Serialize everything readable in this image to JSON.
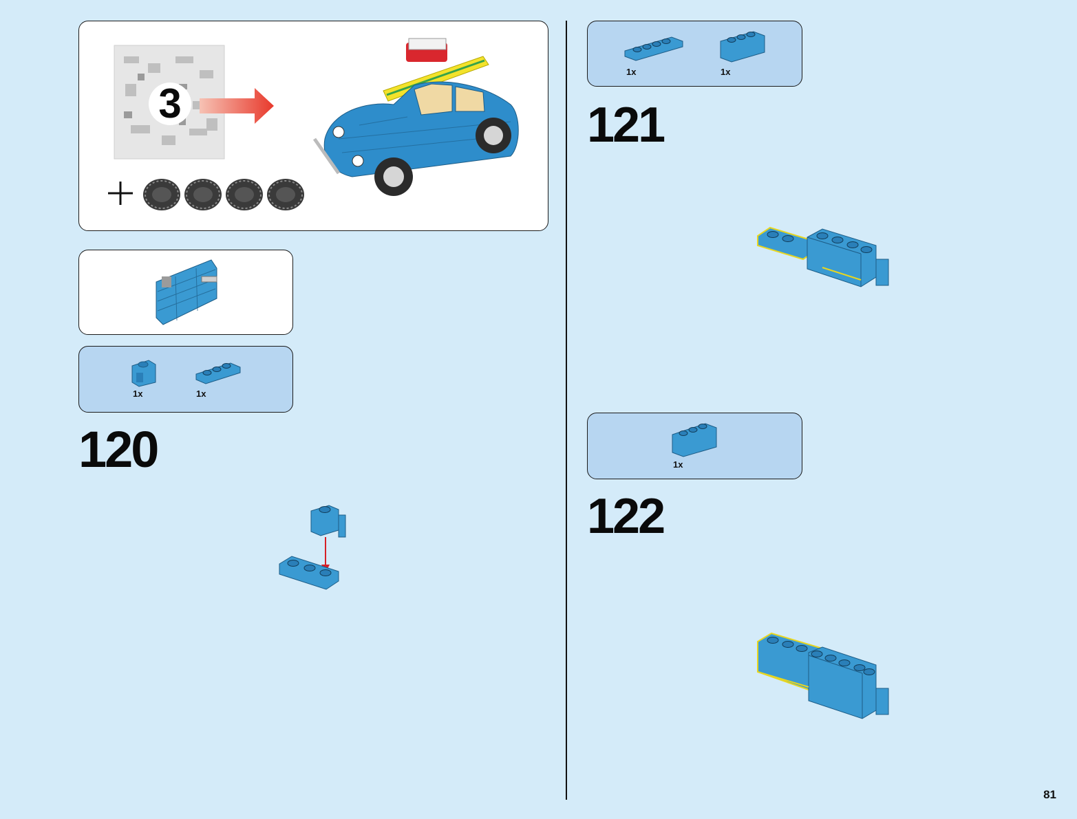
{
  "bag_panel": {
    "bag_number": "3"
  },
  "step_120": {
    "number": "120",
    "parts": [
      {
        "qty": "1x"
      },
      {
        "qty": "1x"
      }
    ]
  },
  "step_121": {
    "number": "121",
    "parts": [
      {
        "qty": "1x"
      },
      {
        "qty": "1x"
      }
    ]
  },
  "step_122": {
    "number": "122",
    "parts": [
      {
        "qty": "1x"
      }
    ]
  },
  "page_number": "81",
  "colors": {
    "background": "#d4ebf9",
    "parts_box": "#b7d6f1",
    "brick_blue": "#3a9ad2",
    "arrow_red": "#e8392c"
  }
}
